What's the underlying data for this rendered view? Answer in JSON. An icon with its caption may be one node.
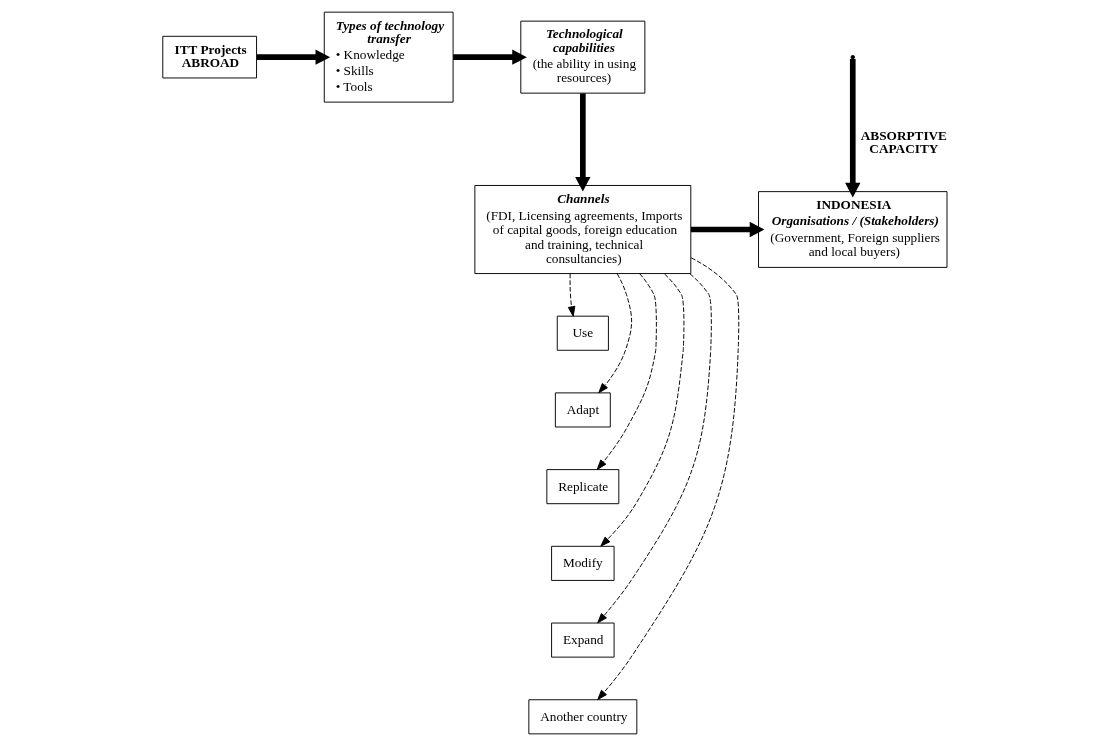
{
  "diagram": {
    "nodes": [
      {
        "text": [
          "ITT Projects ABROAD"
        ]
      },
      {
        "text": [
          "Types of technology transfer",
          "• Knowledge",
          "• Skills",
          "• Tools"
        ]
      },
      {
        "text": [
          "Technological capabilities",
          "(the ability in using resources)"
        ]
      },
      {
        "text": [
          "Channels",
          "(FDI, Licensing agreements, Imports of capital goods, foreign education and training, technical consultancies)"
        ]
      },
      {
        "text": [
          "INDONESIA",
          "Organisations / (Stakeholders)",
          "(Government, Foreign suppliers and local buyers)"
        ]
      },
      {
        "text": [
          "Use"
        ]
      },
      {
        "text": [
          "Adapt"
        ]
      },
      {
        "text": [
          "Replicate"
        ]
      },
      {
        "text": [
          "Modify"
        ]
      },
      {
        "text": [
          "Expand"
        ]
      },
      {
        "text": [
          "Another country"
        ]
      }
    ],
    "edges": [
      {
        "from": 0,
        "to": 1,
        "arrow": "to",
        "style": "thick"
      },
      {
        "from": 1,
        "to": 2,
        "arrow": "to",
        "style": "thick"
      },
      {
        "from": 2,
        "to": 3,
        "arrow": "to",
        "style": "thick"
      },
      {
        "from": 3,
        "to": 4,
        "arrow": "to",
        "style": "thick"
      },
      {
        "from": 3,
        "to": 5,
        "arrow": "to",
        "style": "dashed"
      },
      {
        "from": 3,
        "to": 6,
        "arrow": "to",
        "style": "dashed"
      },
      {
        "from": 3,
        "to": 7,
        "arrow": "to",
        "style": "dashed"
      },
      {
        "from": 3,
        "to": 8,
        "arrow": "to",
        "style": "dashed"
      },
      {
        "from": 3,
        "to": 9,
        "arrow": "to",
        "style": "dashed"
      },
      {
        "from": 3,
        "to": 10,
        "arrow": "to",
        "style": "dashed"
      },
      {
        "from": null,
        "to": 4,
        "arrow": "to",
        "label": "ABSORPTIVE CAPACITY",
        "style": "thick"
      }
    ]
  }
}
